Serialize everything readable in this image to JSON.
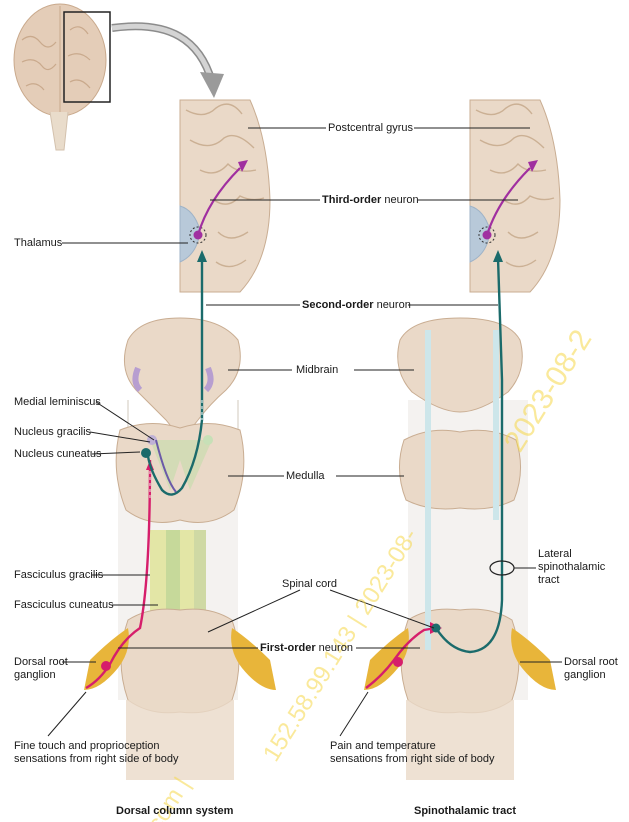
{
  "labels": {
    "postcentral_gyrus": "Postcentral gyrus",
    "third_order_bold": "Third-order",
    "third_order_rest": " neuron",
    "thalamus": "Thalamus",
    "second_order_bold": "Second-order",
    "second_order_rest": " neuron",
    "midbrain": "Midbrain",
    "medial_lemniscus": "Medial leminiscus",
    "nucleus_gracilis": "Nucleus gracilis",
    "nucleus_cuneatus": "Nucleus cuneatus",
    "medulla": "Medulla",
    "lateral_spinothalamic_line1": "Lateral",
    "lateral_spinothalamic_line2": "spinothalamic",
    "lateral_spinothalamic_line3": "tract",
    "fasciculus_gracilis": "Fasciculus gracilis",
    "fasciculus_cuneatus": "Fasciculus cuneatus",
    "spinal_cord": "Spinal cord",
    "first_order_bold": "First-order",
    "first_order_rest": " neuron",
    "drg_left_line1": "Dorsal root",
    "drg_left_line2": "ganglion",
    "drg_right_line1": "Dorsal root",
    "drg_right_line2": "ganglion",
    "fine_touch_line1": "Fine touch and proprioception",
    "fine_touch_line2": "sensations from right side of body",
    "pain_temp_line1": "Pain and temperature",
    "pain_temp_line2": "sensations from right side of body"
  },
  "captions": {
    "left": "Dorsal column system",
    "right": "Spinothalamic tract"
  },
  "watermark": {
    "text_a": "2023-08-2",
    "text_b": "152.58.99.143 | 2023-08-",
    "text_c": "com |"
  },
  "colors": {
    "first_order": "#d61e6b",
    "second_order": "#1b6b6b",
    "third_order": "#a02fa0",
    "tissue": "#ead9c8",
    "tissue_dark": "#d9c2aa",
    "ganglion": "#e8b53a",
    "thalamus": "#b8c9d9",
    "watermark": "#f6d84a"
  }
}
